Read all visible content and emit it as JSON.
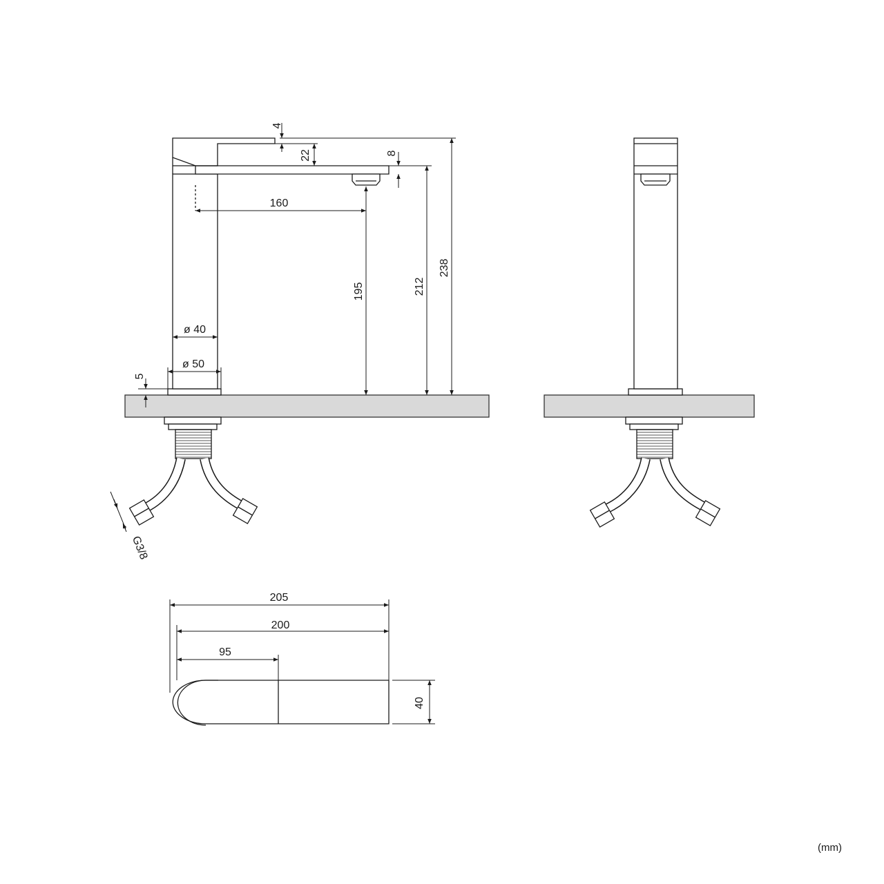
{
  "units_note": "(mm)",
  "side_view": {
    "handle_thickness": "4",
    "handle_height": "22",
    "spout_thickness": "8",
    "spout_reach": "160",
    "spout_height": "195",
    "spout_top_height": "212",
    "total_height": "238",
    "body_diameter": "ø 40",
    "base_diameter": "ø 50",
    "base_height": "5",
    "hose_thread": "G3/8"
  },
  "top_view": {
    "total_length": "205",
    "spout_length": "200",
    "handle_length": "95",
    "width": "40"
  },
  "colors": {
    "line": "#1a1a1a",
    "counter": "#d9d9d9"
  }
}
